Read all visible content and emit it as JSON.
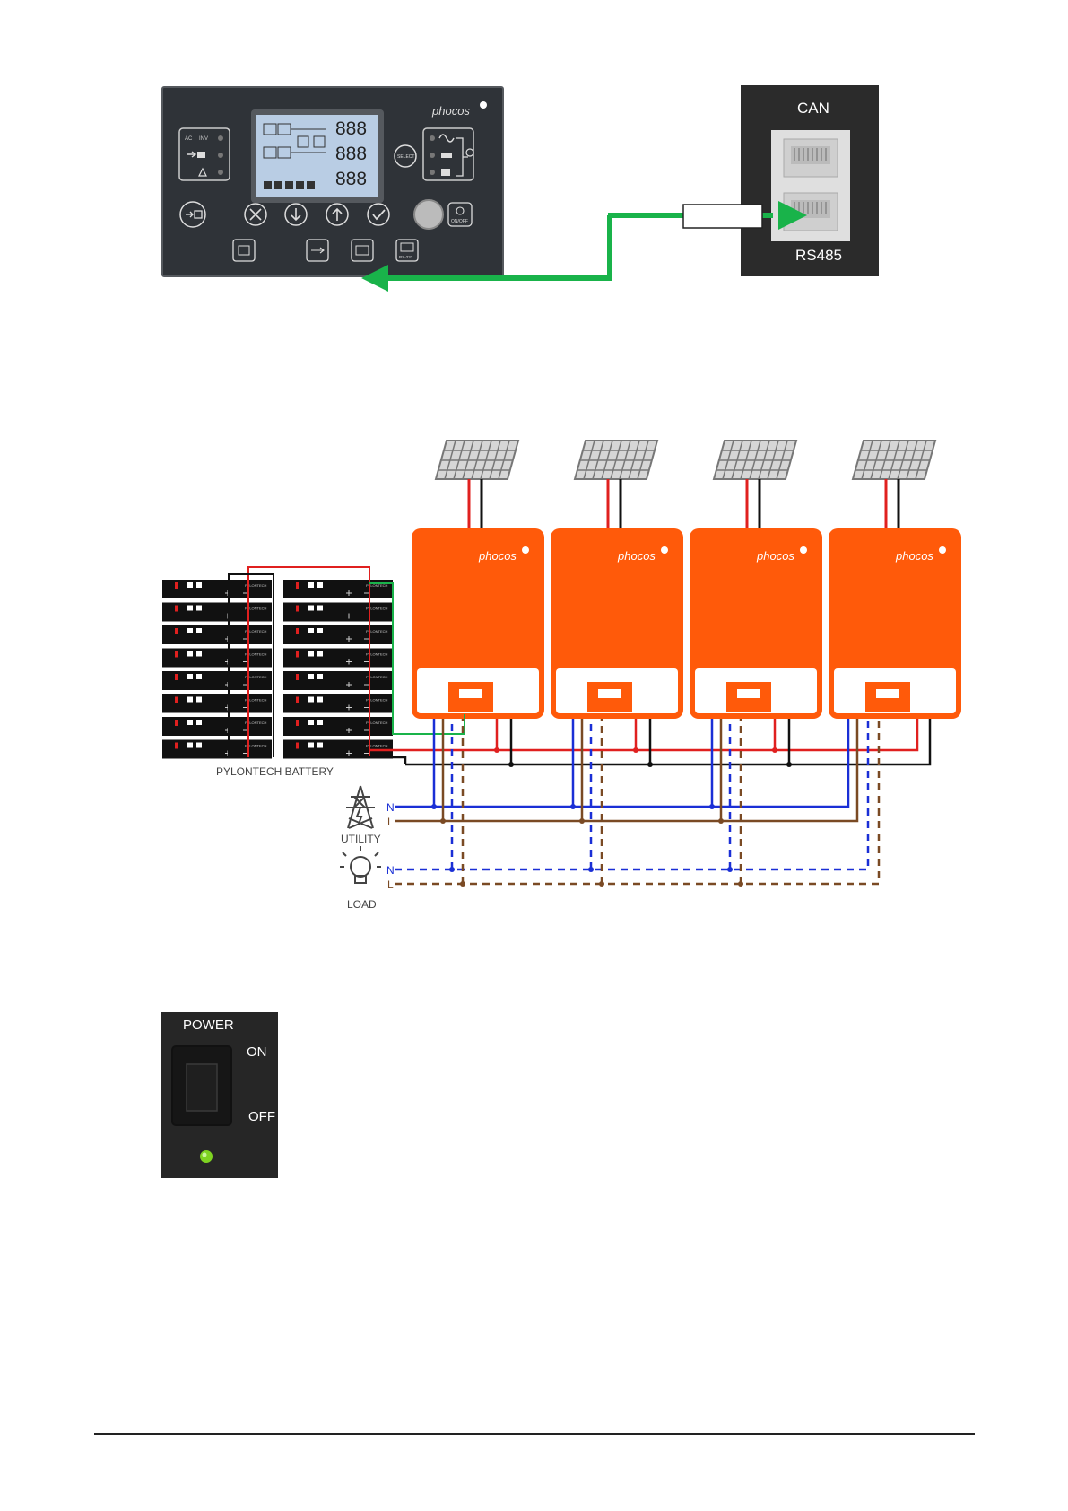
{
  "panel": {
    "brand": "phocos",
    "status_labels": [
      "AC",
      "INV"
    ],
    "lcd_digits": [
      "888",
      "888",
      "888"
    ],
    "select_label": "SELECT",
    "onoff_label": "ON/OFF",
    "port_label": "RS-232"
  },
  "port_box": {
    "top_label": "CAN",
    "bottom_label": "RS485"
  },
  "system": {
    "inverter_brand": "phocos",
    "battery_label": "PYLONTECH BATTERY",
    "battery_module_label": "PYLONTECH",
    "utility_label": "UTILITY",
    "load_label": "LOAD",
    "neutral_label": "N",
    "line_label": "L"
  },
  "power_switch": {
    "title": "POWER",
    "on_label": "ON",
    "off_label": "OFF"
  },
  "colors": {
    "inverter": "#ff5a0a",
    "dc_positive": "#e0201f",
    "dc_negative": "#111111",
    "neutral": "#1a2fd6",
    "line": "#7a4a24",
    "comm": "#19b34a",
    "led": "#7ed321"
  }
}
